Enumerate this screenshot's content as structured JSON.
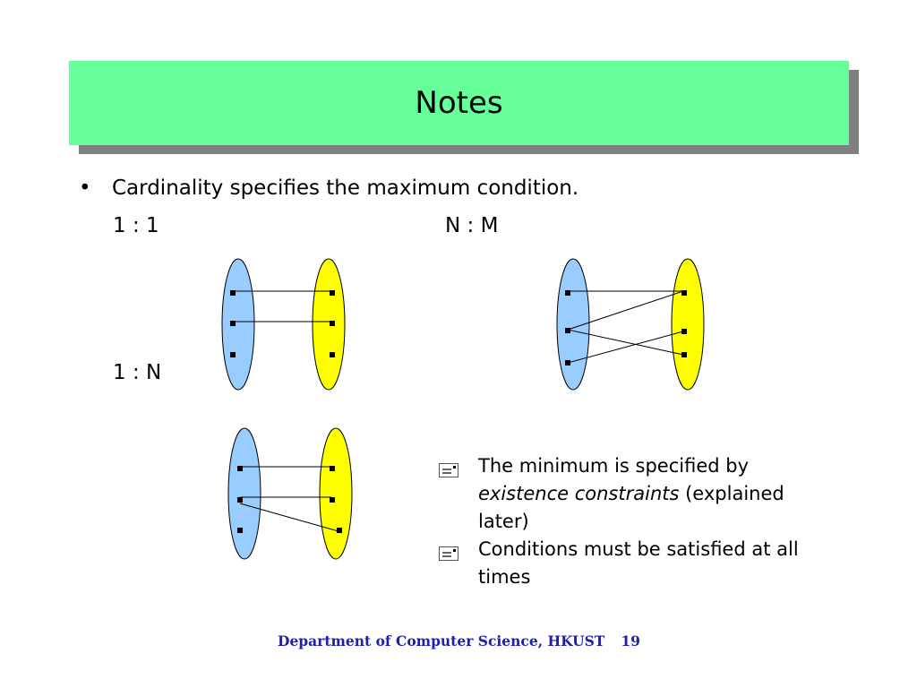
{
  "slide": {
    "title": "Notes",
    "bullet": "Cardinality specifies the maximum condition.",
    "labels": {
      "one_to_one": "1 : 1",
      "n_to_m": "N : M",
      "one_to_n": "1 : N"
    },
    "notes": [
      {
        "text_a": "The minimum is specified by ",
        "emph": "existence constraints",
        "text_b": " (explained later)"
      },
      {
        "text_a": "Conditions must be satisfied at all times",
        "emph": "",
        "text_b": ""
      }
    ],
    "footer": {
      "text": "Department of Computer Science, HKUST",
      "page": "19"
    }
  },
  "colors": {
    "title_bg": "#66ff99",
    "shadow": "#808080",
    "left_set": "#99ccff",
    "right_set": "#ffff00",
    "footer": "#1f1fa8"
  }
}
